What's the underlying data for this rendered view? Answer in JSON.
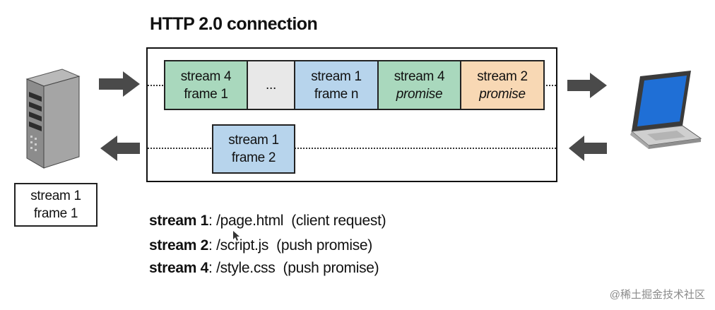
{
  "title": "HTTP 2.0 connection",
  "top_lane_frames": [
    {
      "line1": "stream 4",
      "line2": "frame 1",
      "color": "#a9d8bd",
      "italic": false
    },
    {
      "line1": "...",
      "line2": "",
      "color": "#e8e8e8",
      "italic": false
    },
    {
      "line1": "stream 1",
      "line2": "frame n",
      "color": "#b7d4ec",
      "italic": false
    },
    {
      "line1": "stream 4",
      "line2": "promise",
      "color": "#a9d8bd",
      "italic": true
    },
    {
      "line1": "stream 2",
      "line2": "promise",
      "color": "#f8d8b4",
      "italic": true
    }
  ],
  "bottom_lane_frame": {
    "line1": "stream 1",
    "line2": "frame 2",
    "color": "#b7d4ec"
  },
  "server_frame": {
    "line1": "stream 1",
    "line2": "frame 1",
    "color": "#b7d4ec"
  },
  "legend": [
    {
      "stream": "stream 1",
      "path": ": /page.html",
      "note": "(client request)"
    },
    {
      "stream": "stream 2",
      "path": ": /script.js",
      "note": "(push promise)"
    },
    {
      "stream": "stream 4",
      "path": ": /style.css",
      "note": "(push promise)"
    }
  ],
  "watermark": "@稀土掘金技术社区",
  "icons": {
    "server": "server-tower-icon",
    "laptop": "laptop-icon",
    "arrow_right": "arrow-right-icon",
    "arrow_left": "arrow-left-icon"
  }
}
